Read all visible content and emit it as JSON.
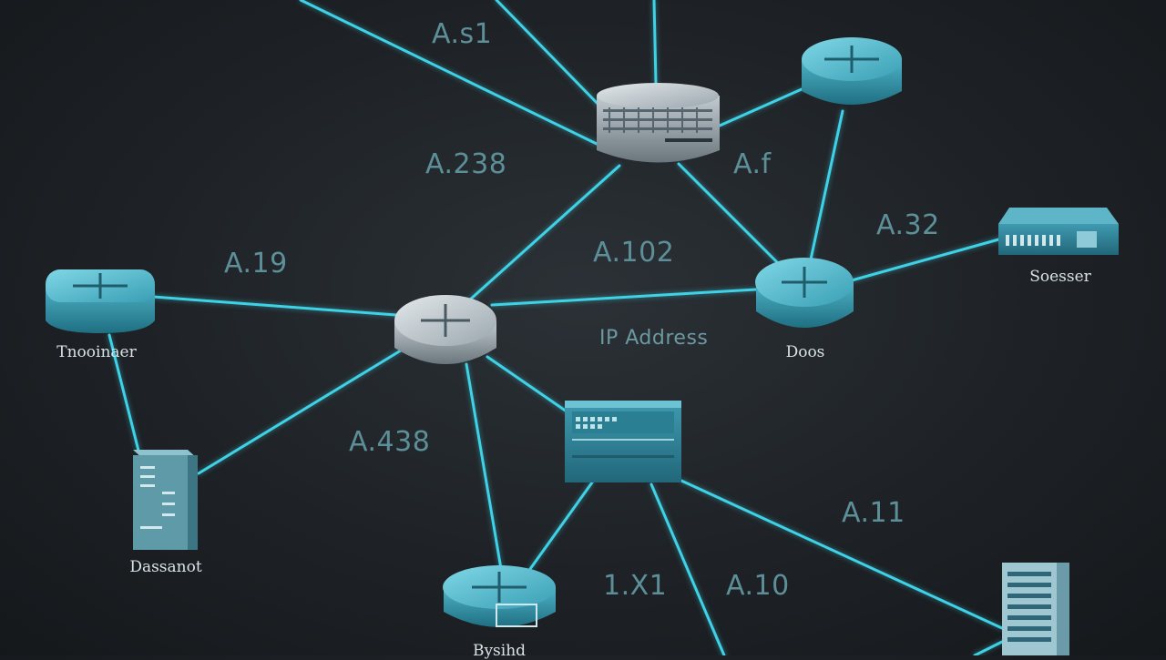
{
  "labels": {
    "a_s1": "A.s1",
    "a_238": "A.238",
    "a_f": "A.f",
    "a_32": "A.32",
    "a_19": "A.19",
    "a_102": "A.102",
    "ip_address": "IP Address",
    "a_438": "A.438",
    "a_11": "A.11",
    "x_1x1": "1.X1",
    "a_10": "A.10"
  },
  "devices": {
    "left_router": "Tnooinaer",
    "right_router": "Doos",
    "server": "Soesser",
    "left_tower": "Dassanot",
    "bottom_router": "Bysihd"
  },
  "colors": {
    "link": "#3fd2e6",
    "device_teal": "#3a98ad",
    "device_silver": "#9aa6ad",
    "background": "#1e2226"
  }
}
